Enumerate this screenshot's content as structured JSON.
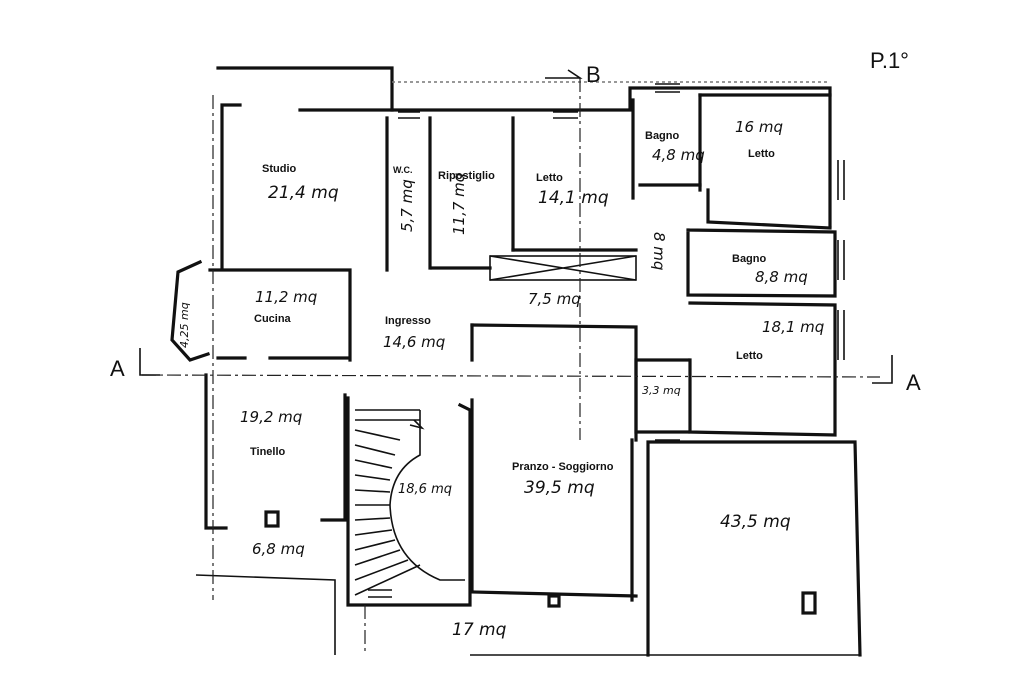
{
  "sheet": {
    "floor": "P.1°"
  },
  "sections": {
    "a_left": "A",
    "a_right": "A",
    "b": "B"
  },
  "rooms": {
    "studio": {
      "label": "Studio",
      "area": "21,4 mq"
    },
    "wc": {
      "label": "W.C.",
      "area": "5,7 mq"
    },
    "ripostiglio": {
      "label": "Ripostiglio",
      "area": "11,7 mq"
    },
    "letto1": {
      "label": "Letto",
      "area": "14,1 mq"
    },
    "bagno1": {
      "label": "Bagno",
      "area": "4,8 mq"
    },
    "letto2": {
      "label": "Letto",
      "area": "16 mq"
    },
    "bagno2": {
      "label": "Bagno",
      "area": "8,8 mq"
    },
    "letto3": {
      "label": "Letto",
      "area": "18,1 mq"
    },
    "cucina": {
      "label": "Cucina",
      "area": "11,2 mq"
    },
    "bay": {
      "area": "4,25 mq"
    },
    "ingresso": {
      "label": "Ingresso",
      "area": "14,6 mq"
    },
    "corridoio": {
      "area": "7,5 mq"
    },
    "disimpegno": {
      "area": "8 mq"
    },
    "closet": {
      "area": "3,3 mq"
    },
    "tinello": {
      "label": "Tinello",
      "area": "19,2 mq"
    },
    "scala": {
      "area": "18,6 mq"
    },
    "pranzo": {
      "label": "Pranzo - Soggiorno",
      "area": "39,5 mq"
    },
    "terrazza": {
      "area": "43,5 mq"
    },
    "balcone_tinello": {
      "area": "6,8 mq"
    },
    "balcone_sud": {
      "area": "17 mq"
    }
  }
}
